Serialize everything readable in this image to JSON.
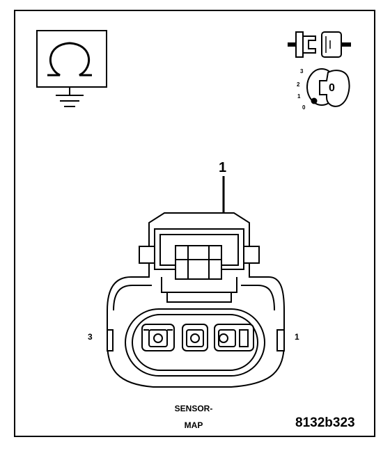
{
  "callout": "1",
  "pins": {
    "left": "3",
    "right": "1"
  },
  "caption": {
    "line1": "SENSOR-",
    "line2": "MAP"
  },
  "figure_id": "8132b323",
  "ignition_positions": [
    "3",
    "2",
    "1",
    "0"
  ],
  "ignition_key_label": "0",
  "icons": {
    "measurement": "ohm-ground-icon",
    "connector": "disconnected-connector-icon",
    "ignition": "ignition-switch-off-icon"
  }
}
